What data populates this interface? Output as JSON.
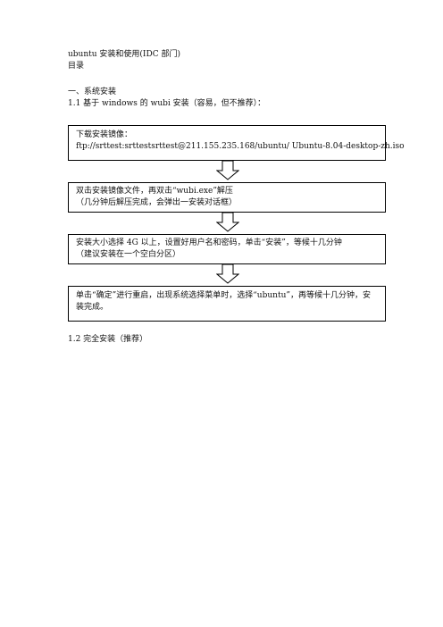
{
  "doc": {
    "title": "ubuntu 安装和使用(IDC 部门)",
    "toc": "目录",
    "section1": "一、系统安装",
    "section1_1": "1.1  基于 windows 的 wubi 安装（容易，但不推荐）：",
    "section1_2": "1.2  完全安装（推荐）"
  },
  "flowchart": {
    "steps": [
      {
        "lines": [
          "下载安装镜像：",
          "ftp://srttest:srttestsrttest@211.155.235.168/ubuntu/ Ubuntu-8.04-desktop-zh.iso"
        ]
      },
      {
        "lines": [
          "双击安装镜像文件，再双击“wubi.exe”解压",
          "（几分钟后解压完成，会弹出一安装对话框）"
        ]
      },
      {
        "lines": [
          "安装大小选择 4G 以上，设置好用户名和密码，单击“安装”，等候十几分钟",
          "（建议安装在一个空白分区）"
        ]
      },
      {
        "lines": [
          "单击“确定”进行重启，出现系统选择菜单时，选择“ubuntu”，再等候十几分钟，安装完成。"
        ]
      }
    ]
  }
}
